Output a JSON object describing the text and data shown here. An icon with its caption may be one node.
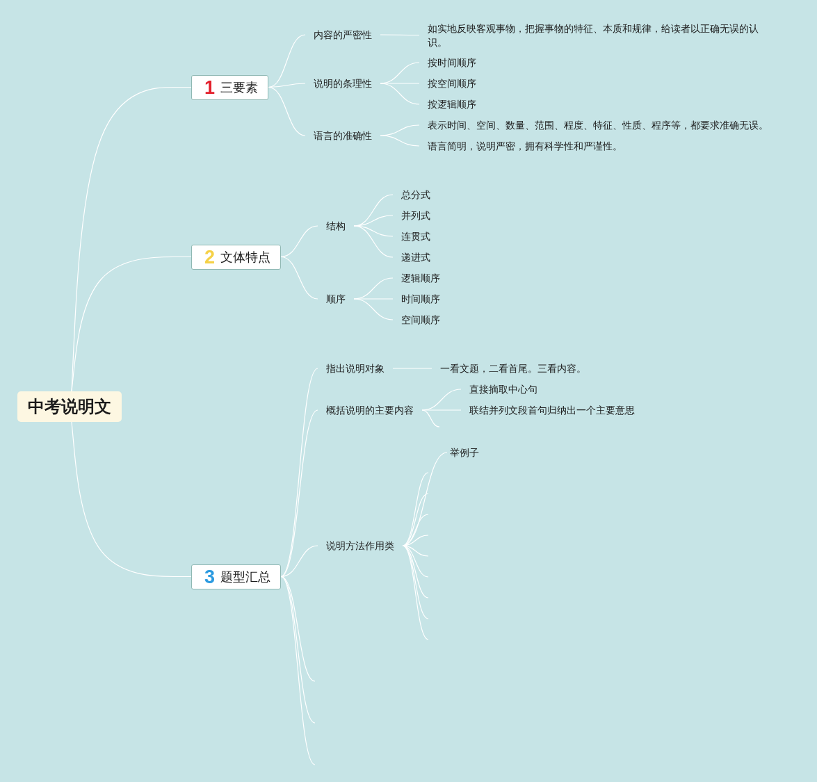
{
  "diagram": {
    "nodes": [
      {
        "text": [
          "中考说明文"
        ]
      },
      {
        "text": [
          "1",
          "三要素"
        ]
      },
      {
        "text": [
          "内容的严密性"
        ]
      },
      {
        "text": [
          "如实地反映客观事物，把握事物的特征、本质和规律，给读者以正确无误的认识。"
        ]
      },
      {
        "text": [
          "说明的条理性"
        ]
      },
      {
        "text": [
          "按时间顺序"
        ]
      },
      {
        "text": [
          "按空间顺序"
        ]
      },
      {
        "text": [
          "按逻辑顺序"
        ]
      },
      {
        "text": [
          "语言的准确性"
        ]
      },
      {
        "text": [
          "表示时间、空间、数量、范围、程度、特征、性质、程序等，都要求准确无误。"
        ]
      },
      {
        "text": [
          "语言简明，说明严密，拥有科学性和严谨性。"
        ]
      },
      {
        "text": [
          "2",
          "文体特点"
        ]
      },
      {
        "text": [
          "结构"
        ]
      },
      {
        "text": [
          "总分式"
        ]
      },
      {
        "text": [
          "并列式"
        ]
      },
      {
        "text": [
          "连贯式"
        ]
      },
      {
        "text": [
          "递进式"
        ]
      },
      {
        "text": [
          "顺序"
        ]
      },
      {
        "text": [
          "逻辑顺序"
        ]
      },
      {
        "text": [
          "时间顺序"
        ]
      },
      {
        "text": [
          "空间顺序"
        ]
      },
      {
        "text": [
          "3",
          "题型汇总"
        ]
      },
      {
        "text": [
          "指出说明对象"
        ]
      },
      {
        "text": [
          "一看文题，二看首尾。三看内容。"
        ]
      },
      {
        "text": [
          "概括说明的主要内容"
        ]
      },
      {
        "text": [
          "直接摘取中心句"
        ]
      },
      {
        "text": [
          "联结并列文段首句归纳出一个主要意思"
        ]
      },
      {
        "text": [
          "说明方法作用类"
        ]
      },
      {
        "text": [
          "举例子"
        ]
      }
    ],
    "edges": [
      {
        "from": 0,
        "to": 1,
        "arrow": "none"
      },
      {
        "from": 0,
        "to": 11,
        "arrow": "none"
      },
      {
        "from": 0,
        "to": 21,
        "arrow": "none"
      },
      {
        "from": 1,
        "to": 2,
        "arrow": "none"
      },
      {
        "from": 1,
        "to": 4,
        "arrow": "none"
      },
      {
        "from": 1,
        "to": 8,
        "arrow": "none"
      },
      {
        "from": 2,
        "to": 3,
        "arrow": "none"
      },
      {
        "from": 4,
        "to": 5,
        "arrow": "none"
      },
      {
        "from": 4,
        "to": 6,
        "arrow": "none"
      },
      {
        "from": 4,
        "to": 7,
        "arrow": "none"
      },
      {
        "from": 8,
        "to": 9,
        "arrow": "none"
      },
      {
        "from": 8,
        "to": 10,
        "arrow": "none"
      },
      {
        "from": 11,
        "to": 12,
        "arrow": "none"
      },
      {
        "from": 11,
        "to": 17,
        "arrow": "none"
      },
      {
        "from": 12,
        "to": 13,
        "arrow": "none"
      },
      {
        "from": 12,
        "to": 14,
        "arrow": "none"
      },
      {
        "from": 12,
        "to": 15,
        "arrow": "none"
      },
      {
        "from": 12,
        "to": 16,
        "arrow": "none"
      },
      {
        "from": 17,
        "to": 18,
        "arrow": "none"
      },
      {
        "from": 17,
        "to": 19,
        "arrow": "none"
      },
      {
        "from": 17,
        "to": 20,
        "arrow": "none"
      },
      {
        "from": 21,
        "to": 22,
        "arrow": "none"
      },
      {
        "from": 21,
        "to": 24,
        "arrow": "none"
      },
      {
        "from": 21,
        "to": 27,
        "arrow": "none"
      },
      {
        "from": 21,
        "to": null,
        "arrow": "none"
      },
      {
        "from": 21,
        "to": null,
        "arrow": "none"
      },
      {
        "from": 21,
        "to": null,
        "arrow": "none"
      },
      {
        "from": 22,
        "to": 23,
        "arrow": "none"
      },
      {
        "from": 24,
        "to": 25,
        "arrow": "none"
      },
      {
        "from": 24,
        "to": 26,
        "arrow": "none"
      },
      {
        "from": 24,
        "to": null,
        "arrow": "none"
      },
      {
        "from": 27,
        "to": 28,
        "arrow": "none"
      },
      {
        "from": 27,
        "to": null,
        "arrow": "none"
      },
      {
        "from": 27,
        "to": null,
        "arrow": "none"
      },
      {
        "from": 27,
        "to": null,
        "arrow": "none"
      },
      {
        "from": 27,
        "to": null,
        "arrow": "none"
      },
      {
        "from": 27,
        "to": null,
        "arrow": "none"
      },
      {
        "from": 27,
        "to": null,
        "arrow": "none"
      },
      {
        "from": 27,
        "to": null,
        "arrow": "none"
      },
      {
        "from": 27,
        "to": null,
        "arrow": "none"
      },
      {
        "from": 27,
        "to": null,
        "arrow": "none"
      }
    ]
  }
}
